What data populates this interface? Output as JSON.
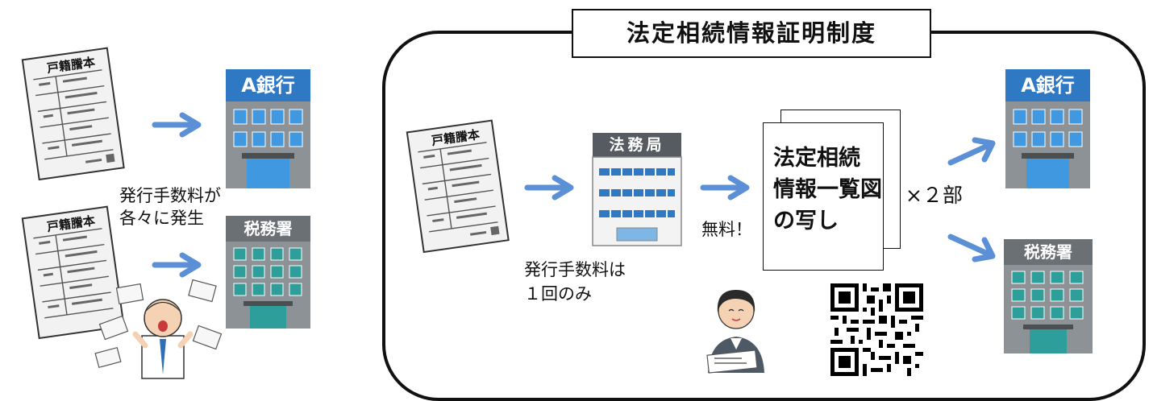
{
  "title": "法定相続情報証明制度",
  "left": {
    "document_label": "戸籍謄本",
    "bank_sign": "A銀行",
    "tax_sign": "税務署",
    "fee_text_line1": "発行手数料が",
    "fee_text_line2": "各々に発生"
  },
  "right": {
    "document_label": "戸籍謄本",
    "legal_bureau_sign": "法務局",
    "free_label": "無料！",
    "fee_text_line1": "発行手数料は",
    "fee_text_line2": "１回のみ",
    "copy_line1": "法定相続",
    "copy_line2": "情報一覧図",
    "copy_line3": "の写し",
    "copies_label": "×２部",
    "bank_sign": "A銀行",
    "tax_sign": "税務署"
  },
  "colors": {
    "arrow": "#5b8fd6",
    "bank_sign": "#2f78c4",
    "building_gray": "#8c9295",
    "window_blue": "#3f98e0",
    "glass_teal": "#2e9e9a",
    "tax_sign": "#6b7075"
  }
}
